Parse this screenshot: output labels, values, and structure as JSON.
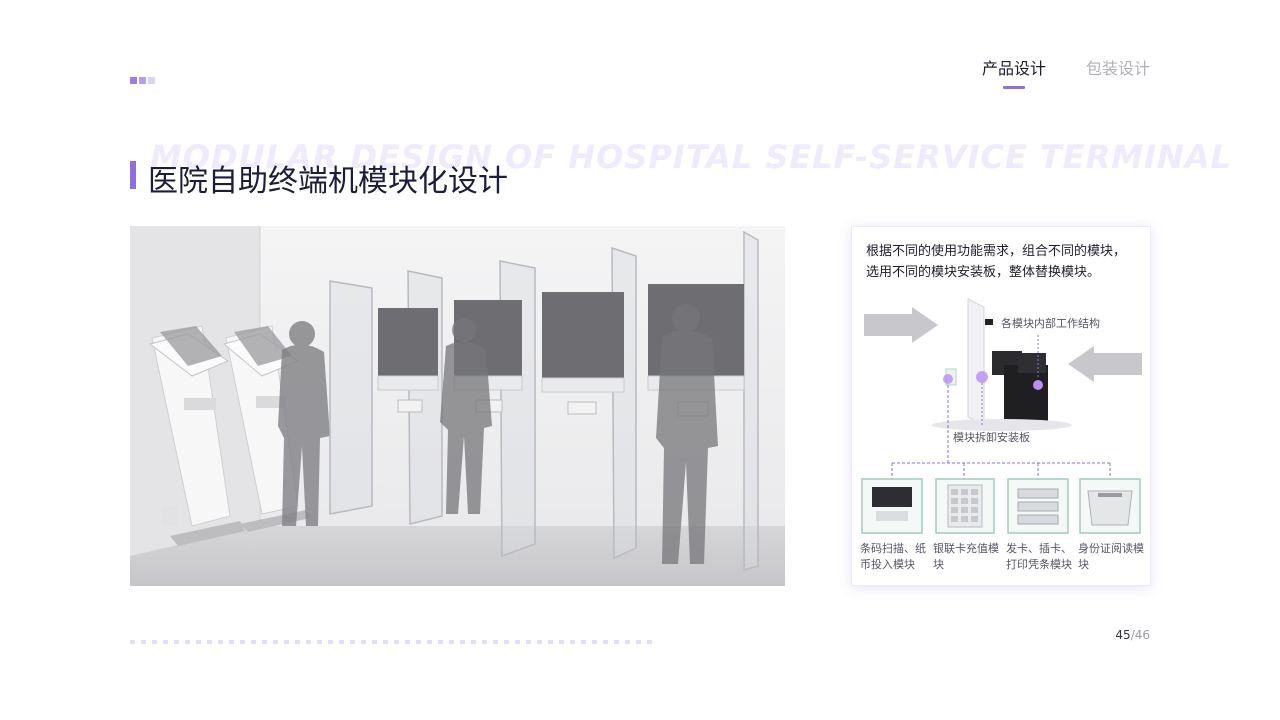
{
  "nav": {
    "tabs": [
      {
        "label": "产品设计",
        "active": true
      },
      {
        "label": "包装设计",
        "active": false
      }
    ]
  },
  "title": {
    "main": "医院自助终端机模块化设计",
    "watermark": "MODULAR DESIGN OF HOSPITAL SELF-SERVICE TERMINAL"
  },
  "card": {
    "description": [
      "根据不同的使用功能需求，组合不同的模块，",
      "选用不同的模块安装板，整体替换模块。"
    ],
    "callout_structure": "各模块内部工作结构",
    "callout_board": "模块拆卸安装板",
    "modules": [
      {
        "label": "条码扫描、纸币投入模块",
        "icon": "barcode-scanner-icon"
      },
      {
        "label": "银联卡充值模块",
        "icon": "keypad-icon"
      },
      {
        "label": "发卡、插卡、打印凭条模块",
        "icon": "card-printer-icon"
      },
      {
        "label": "身份证阅读模块",
        "icon": "id-reader-icon"
      }
    ]
  },
  "page": {
    "current": "45",
    "total": "/46"
  },
  "colors": {
    "accent": "#8f6fe0",
    "accent_light": "#dcd1f8",
    "watermark": "#efeafc"
  }
}
